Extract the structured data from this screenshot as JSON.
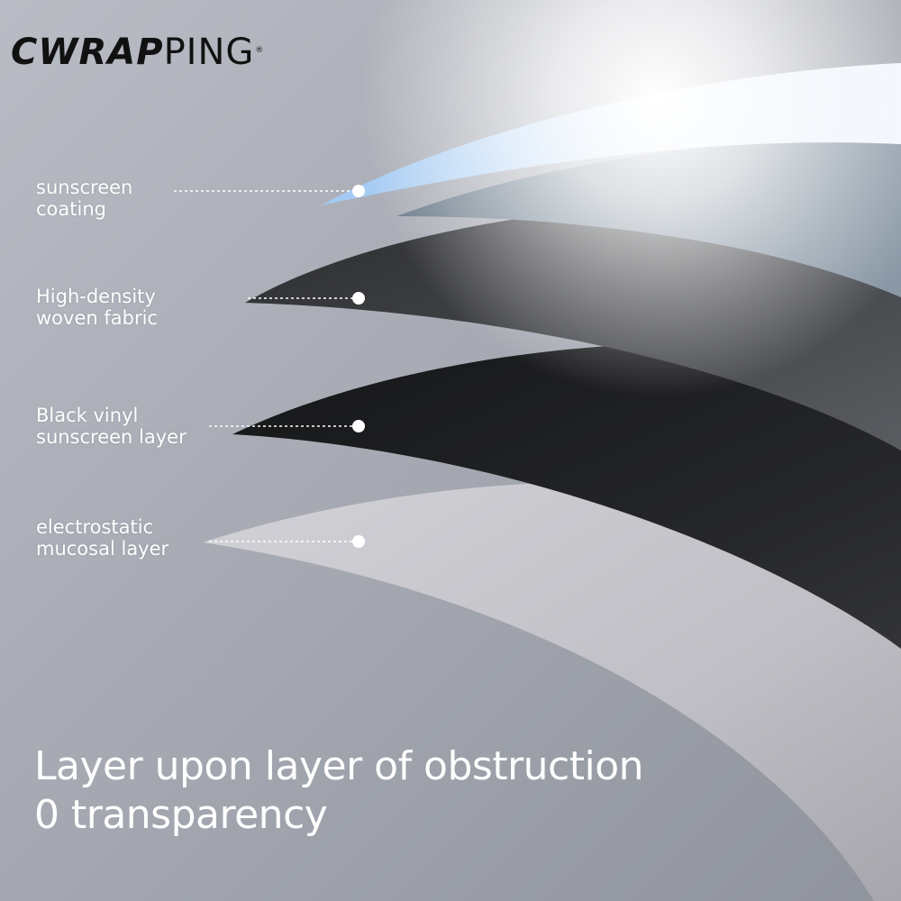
{
  "brand": {
    "logo_bold": "CWRAP",
    "logo_light": "PING",
    "registered": "®"
  },
  "layers": [
    {
      "line1": "sunscreen",
      "line2": "coating",
      "color": "#a9cdf2"
    },
    {
      "line1": "High-density",
      "line2": "woven fabric",
      "color": "#3a3c40"
    },
    {
      "line1": "Black vinyl",
      "line2": "sunscreen layer",
      "color": "#1c1d20"
    },
    {
      "line1": "electrostatic",
      "line2": "mucosal layer",
      "color": "#d8d7dc"
    }
  ],
  "headline": {
    "line1": "Layer upon layer of obstruction",
    "line2": "0 transparency"
  },
  "colors": {
    "background": "#a7aab3",
    "text": "#ffffff",
    "logo": "#111111"
  }
}
